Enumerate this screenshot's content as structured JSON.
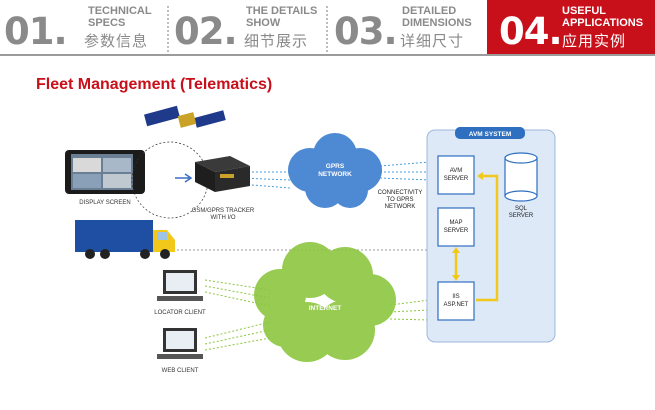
{
  "tabs": [
    {
      "num": "01.",
      "en": "TECHNICAL\nSPECS",
      "cn": "参数信息",
      "active": false
    },
    {
      "num": "02.",
      "en": "THE DETAILS\nSHOW",
      "cn": "细节展示",
      "active": false
    },
    {
      "num": "03.",
      "en": "DETAILED\nDIMENSIONS",
      "cn": "详细尺寸",
      "active": false
    },
    {
      "num": "04.",
      "en": "USEFUL\nAPPLICATIONS",
      "cn": "应用实例",
      "active": true
    }
  ],
  "heading": "Fleet Management (Telematics)",
  "diagram": {
    "display_screen": "DISPLAY SCREEN",
    "tracker_line1": "GSM/GPRS TRACKER",
    "tracker_line2": "WITH I/O",
    "gprs_line1": "GPRS",
    "gprs_line2": "NETWORK",
    "connectivity_line1": "CONNECTIVITY",
    "connectivity_line2": "TO GPRS",
    "connectivity_line3": "NETWORK",
    "avm_title": "AVM SYSTEM",
    "avm_server_line1": "AVM",
    "avm_server_line2": "SERVER",
    "map_server_line1": "MAP",
    "map_server_line2": "SERVER",
    "iis_line1": "IIS",
    "iis_line2": "ASP.NET",
    "sql_line1": "SQL",
    "sql_line2": "SERVER",
    "internet": "INTERNET",
    "locator_client": "LOCATOR CLIENT",
    "web_client": "WEB CLIENT"
  },
  "colors": {
    "accent_red": "#c8101a",
    "tab_gray": "#8a8a8a",
    "cloud_blue": "#3f7fd0",
    "cloud_green": "#8cc63f",
    "avm_panel": "#dde9f7",
    "link_yellow": "#f2c81a"
  }
}
